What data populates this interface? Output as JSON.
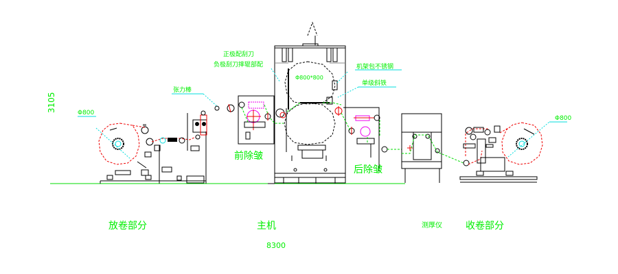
{
  "diagram": {
    "title": "Roll press production line layout",
    "dimensions": {
      "height": "3105",
      "total_length": "8300"
    },
    "annotations": {
      "unwind_roll_dia": "Φ800",
      "rewind_roll_dia": "Φ800",
      "tension_bar": "张力棒",
      "scraper_positive": "正极配刮刀",
      "scraper_negative": "负极刮刀摔辊部配",
      "main_roll_size": "Φ800*800",
      "frame_cladding": "机架包不锈钢",
      "wedge": "单级斜铁",
      "front_dewrinkle": "前除皱",
      "rear_dewrinkle": "后除皱"
    },
    "sections": [
      {
        "id": "unwind",
        "label": "放卷部分"
      },
      {
        "id": "main",
        "label": "主机"
      },
      {
        "id": "thickness",
        "label": "测厚仪"
      },
      {
        "id": "rewind",
        "label": "收卷部分"
      }
    ],
    "colors": {
      "label": "#00ee00",
      "web_path": "#00dd00",
      "roll_outline": "#ee0000",
      "leader": "#00dddd",
      "accent": "#ee00ee"
    }
  }
}
